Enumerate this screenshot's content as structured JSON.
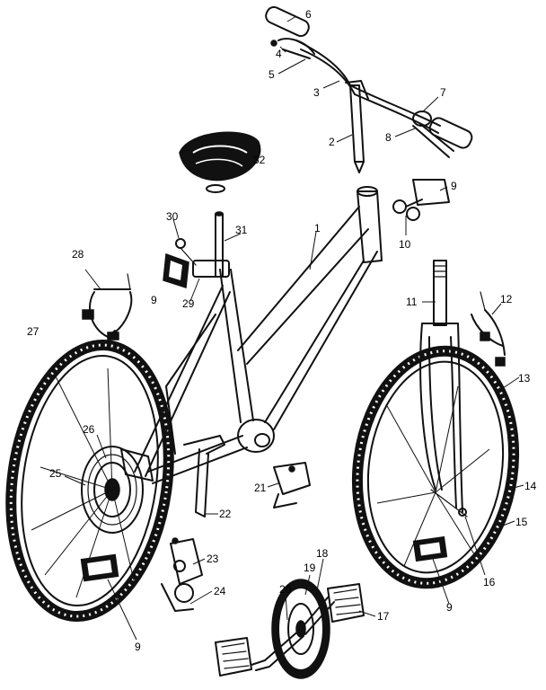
{
  "callouts": [
    {
      "id": "c1",
      "text": "1"
    },
    {
      "id": "c2",
      "text": "2"
    },
    {
      "id": "c3",
      "text": "3"
    },
    {
      "id": "c4",
      "text": "4"
    },
    {
      "id": "c5",
      "text": "5"
    },
    {
      "id": "c6",
      "text": "6"
    },
    {
      "id": "c7",
      "text": "7"
    },
    {
      "id": "c8",
      "text": "8"
    },
    {
      "id": "c9a",
      "text": "9"
    },
    {
      "id": "c9b",
      "text": "9"
    },
    {
      "id": "c9c",
      "text": "9"
    },
    {
      "id": "c9d",
      "text": "9"
    },
    {
      "id": "c10",
      "text": "10"
    },
    {
      "id": "c11",
      "text": "11"
    },
    {
      "id": "c12",
      "text": "12"
    },
    {
      "id": "c13",
      "text": "13"
    },
    {
      "id": "c14",
      "text": "14"
    },
    {
      "id": "c15",
      "text": "15"
    },
    {
      "id": "c16",
      "text": "16"
    },
    {
      "id": "c17",
      "text": "17"
    },
    {
      "id": "c18",
      "text": "18"
    },
    {
      "id": "c19",
      "text": "19"
    },
    {
      "id": "c20",
      "text": "20"
    },
    {
      "id": "c21",
      "text": "21"
    },
    {
      "id": "c22",
      "text": "22"
    },
    {
      "id": "c23",
      "text": "23"
    },
    {
      "id": "c24",
      "text": "24"
    },
    {
      "id": "c25",
      "text": "25"
    },
    {
      "id": "c26",
      "text": "26"
    },
    {
      "id": "c27",
      "text": "27"
    },
    {
      "id": "c28",
      "text": "28"
    },
    {
      "id": "c29",
      "text": "29"
    },
    {
      "id": "c30",
      "text": "30"
    },
    {
      "id": "c31",
      "text": "31"
    },
    {
      "id": "c32",
      "text": "32"
    }
  ]
}
